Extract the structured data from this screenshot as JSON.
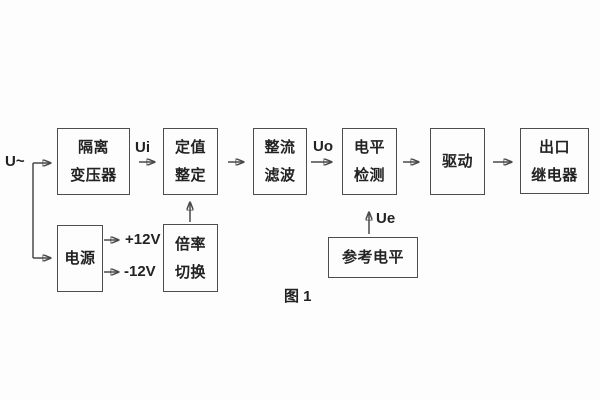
{
  "figure": {
    "caption": "图 1"
  },
  "signals": {
    "input": "U~",
    "after_transformer": "Ui",
    "after_rectifier": "Uo",
    "reference": "Ue",
    "rail_positive": "+12V",
    "rail_negative": "-12V"
  },
  "blocks": {
    "isolation_transformer": {
      "lines": [
        "隔离",
        "变压器"
      ]
    },
    "setpoint_setting": {
      "lines": [
        "定值",
        "整定"
      ]
    },
    "rectifier_filter": {
      "lines": [
        "整流",
        "滤波"
      ]
    },
    "level_detection": {
      "lines": [
        "电平",
        "检测"
      ]
    },
    "drive": {
      "lines": [
        "驱动"
      ]
    },
    "output_relay": {
      "lines": [
        "出口",
        "继电器"
      ]
    },
    "power_supply": {
      "lines": [
        "电源"
      ]
    },
    "ratio_switch": {
      "lines": [
        "倍率",
        "切换"
      ]
    },
    "reference_level": {
      "lines": [
        "参考电平"
      ]
    }
  },
  "colors": {
    "background": "#fdfdfd",
    "line": "#4a4a4a",
    "text": "#222222"
  }
}
